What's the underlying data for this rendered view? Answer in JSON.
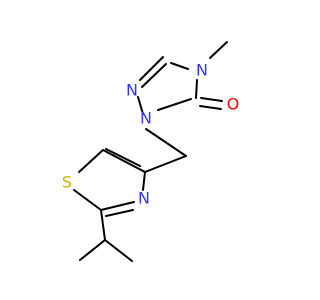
{
  "colors": {
    "bond": "#000000",
    "nitrogen": "#3333ff",
    "oxygen": "#ff0000",
    "sulfur": "#c8b400"
  },
  "atoms": {
    "n4": "N",
    "n_ring_left": "N",
    "n1": "N",
    "o": "O",
    "s": "S",
    "n_thiazole": "N"
  }
}
